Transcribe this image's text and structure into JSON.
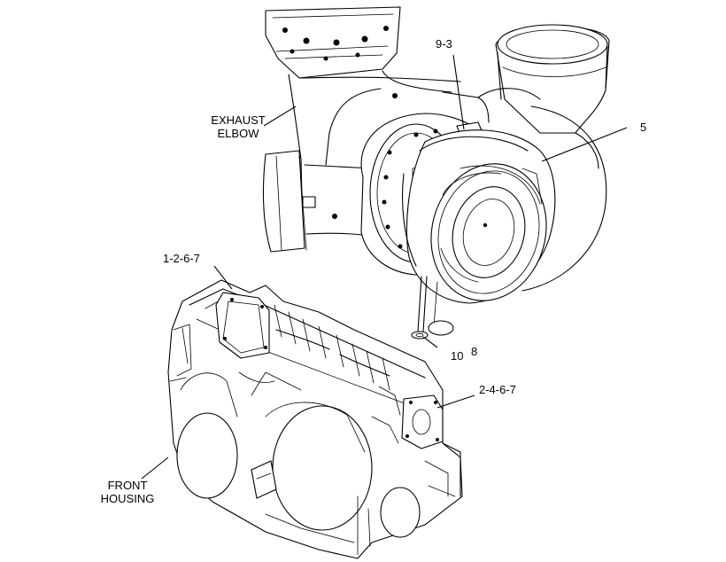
{
  "callouts": {
    "exhaust_elbow_line1": "EXHAUST",
    "exhaust_elbow_line2": "ELBOW",
    "part_9_3": "9-3",
    "part_5": "5",
    "part_1_2_6_7": "1-2-6-7",
    "part_10": "10",
    "part_8": "8",
    "part_2_4_6_7": "2-4-6-7",
    "front_housing_line1": "FRONT",
    "front_housing_line2": "HOUSING"
  }
}
